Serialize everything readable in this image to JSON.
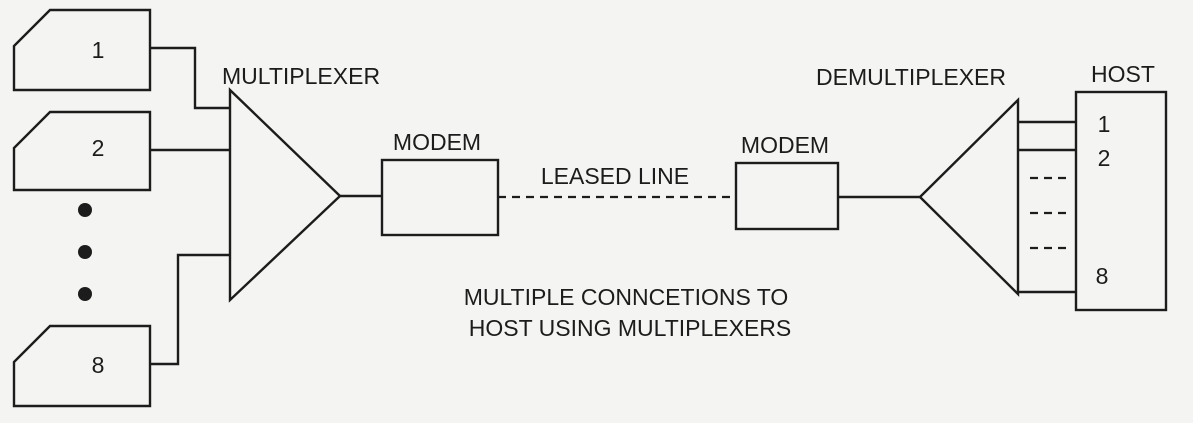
{
  "labels": {
    "multiplexer": "MULTIPLEXER",
    "demultiplexer": "DEMULTIPLEXER",
    "host": "HOST",
    "modem_left": "MODEM",
    "modem_right": "MODEM",
    "leased_line": "LEASED LINE",
    "caption_line1": "MULTIPLE CONNCETIONS TO",
    "caption_line2": "HOST USING MULTIPLEXERS"
  },
  "terminals": [
    {
      "label": "1"
    },
    {
      "label": "2"
    },
    {
      "label": "8"
    }
  ],
  "host_ports": [
    {
      "label": "1"
    },
    {
      "label": "2"
    },
    {
      "label": "8"
    }
  ],
  "colors": {
    "ink": "#1c1c1c",
    "paper": "#f4f4f2"
  }
}
